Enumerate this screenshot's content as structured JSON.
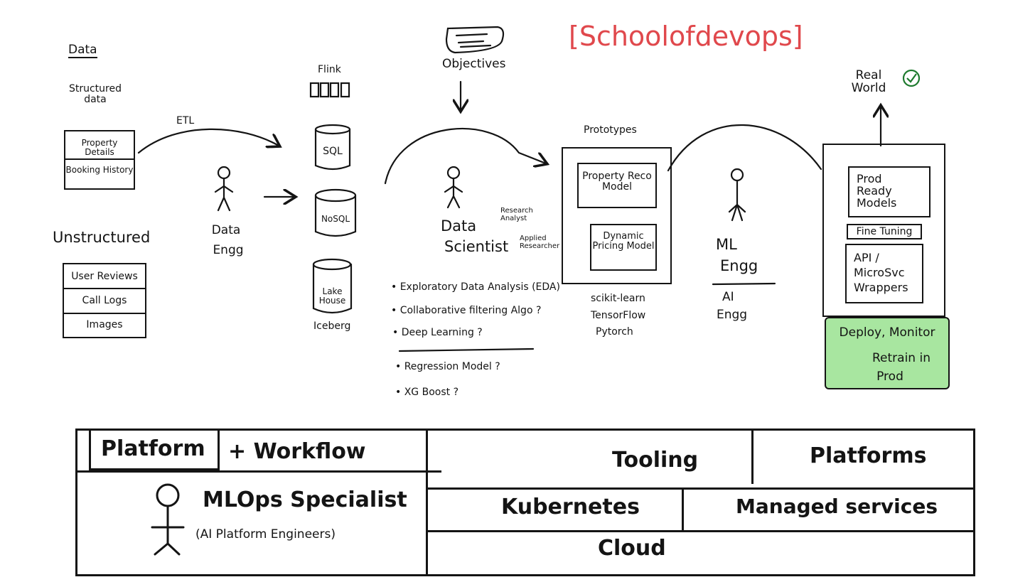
{
  "brand": {
    "name": "[Schoolofdevops]",
    "color": "#e0484c"
  },
  "data_section": {
    "heading": "Data",
    "structured_label": "Structured data",
    "structured_rows": [
      "Property Details",
      "Booking History"
    ],
    "etl_label": "ETL",
    "unstructured_label": "Unstructured",
    "unstructured_rows": [
      "User Reviews",
      "Call Logs",
      "Images"
    ]
  },
  "data_engineer": {
    "label_line1": "Data",
    "label_line2": "Engg"
  },
  "storage": {
    "flink_label": "Flink",
    "sql_label": "SQL",
    "nosql_label": "NoSQL",
    "lakehouse_label": "Lake House",
    "iceberg_label": "Iceberg"
  },
  "objectives": {
    "label": "Objectives"
  },
  "data_scientist": {
    "label_line1": "Data",
    "label_line2": "Scientist",
    "research_analyst": "Research Analyst",
    "applied_researcher": "Applied Researcher",
    "tasks": [
      "• Exploratory Data Analysis (EDA)",
      "• Collaborative filtering Algo ?",
      "• Deep Learning ?",
      "• Regression Model ?",
      "• XG Boost ?"
    ]
  },
  "prototypes": {
    "heading": "Prototypes",
    "items": [
      "Property Reco Model",
      "Dynamic Pricing Model"
    ],
    "tools": [
      "scikit-learn",
      "TensorFlow",
      "Pytorch"
    ]
  },
  "ml_engineer": {
    "label_line1": "ML",
    "label_line2": "Engg",
    "alt_line1": "AI",
    "alt_line2": "Engg"
  },
  "production": {
    "real_world": "Real World",
    "prod_ready": "Prod Ready Models",
    "fine_tuning": "Fine Tuning",
    "api_wrappers": "API / MicroSvc Wrappers",
    "deploy_line1": "Deploy, Monitor",
    "deploy_line2": "Retrain in",
    "deploy_line3": "Prod",
    "deploy_color": "#a8e6a0",
    "check_color": "#1e7a2e"
  },
  "platform_table": {
    "platform": "Platform",
    "workflow": "+ Workflow",
    "mlops_title": "MLOps Specialist",
    "mlops_subtitle": "(AI Platform Engineers)",
    "tooling": "Tooling",
    "platforms": "Platforms",
    "kubernetes": "Kubernetes",
    "managed_services": "Managed services",
    "cloud": "Cloud"
  }
}
